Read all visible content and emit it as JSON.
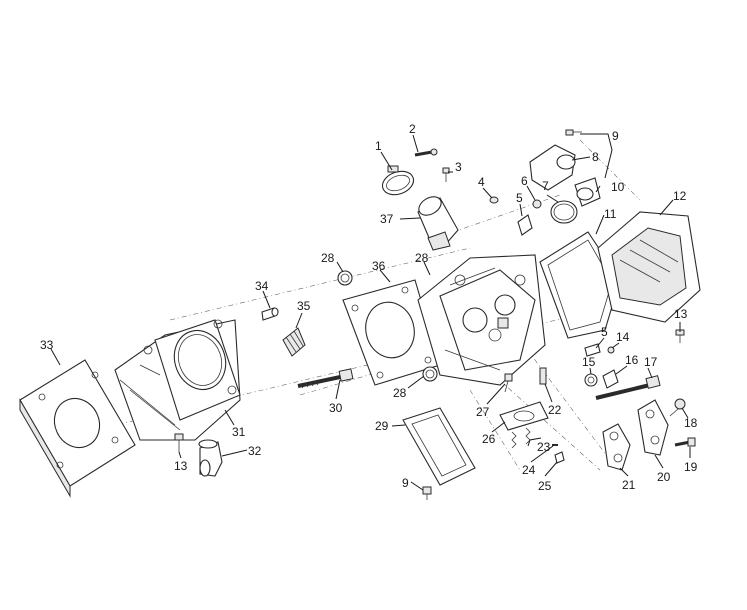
{
  "diagram": {
    "callouts": [
      {
        "id": "c1",
        "text": "1"
      },
      {
        "id": "c2",
        "text": "2"
      },
      {
        "id": "c3",
        "text": "3"
      },
      {
        "id": "c4",
        "text": "4"
      },
      {
        "id": "c5a",
        "text": "5"
      },
      {
        "id": "c6",
        "text": "6"
      },
      {
        "id": "c7",
        "text": "7"
      },
      {
        "id": "c8",
        "text": "8"
      },
      {
        "id": "c9a",
        "text": "9"
      },
      {
        "id": "c10",
        "text": "10"
      },
      {
        "id": "c11",
        "text": "11"
      },
      {
        "id": "c12",
        "text": "12"
      },
      {
        "id": "c13a",
        "text": "13"
      },
      {
        "id": "c5b",
        "text": "5"
      },
      {
        "id": "c14",
        "text": "14"
      },
      {
        "id": "c15",
        "text": "15"
      },
      {
        "id": "c16",
        "text": "16"
      },
      {
        "id": "c17",
        "text": "17"
      },
      {
        "id": "c18",
        "text": "18"
      },
      {
        "id": "c19",
        "text": "19"
      },
      {
        "id": "c20",
        "text": "20"
      },
      {
        "id": "c21",
        "text": "21"
      },
      {
        "id": "c22",
        "text": "22"
      },
      {
        "id": "c23",
        "text": "23"
      },
      {
        "id": "c24",
        "text": "24"
      },
      {
        "id": "c25",
        "text": "25"
      },
      {
        "id": "c26",
        "text": "26"
      },
      {
        "id": "c27",
        "text": "27"
      },
      {
        "id": "c28a",
        "text": "28"
      },
      {
        "id": "c28b",
        "text": "28"
      },
      {
        "id": "c28c",
        "text": "28"
      },
      {
        "id": "c29",
        "text": "29"
      },
      {
        "id": "c9b",
        "text": "9"
      },
      {
        "id": "c30",
        "text": "30"
      },
      {
        "id": "c31",
        "text": "31"
      },
      {
        "id": "c32",
        "text": "32"
      },
      {
        "id": "c13b",
        "text": "13"
      },
      {
        "id": "c33",
        "text": "33"
      },
      {
        "id": "c34",
        "text": "34"
      },
      {
        "id": "c35",
        "text": "35"
      },
      {
        "id": "c36",
        "text": "36"
      },
      {
        "id": "c37",
        "text": "37"
      }
    ]
  }
}
